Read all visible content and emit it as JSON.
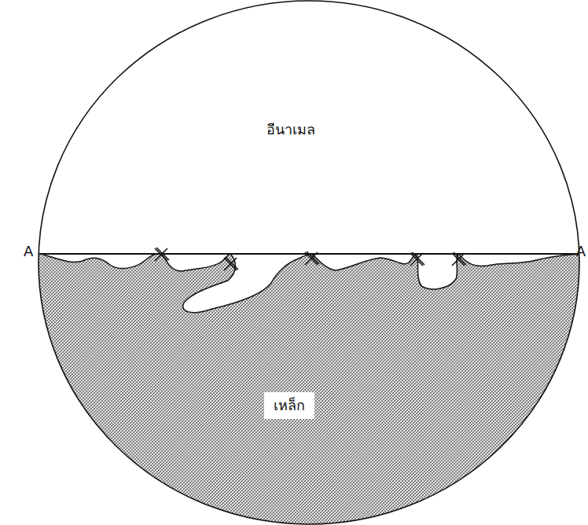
{
  "diagram": {
    "labels": [
      "อีนาเมล",
      "A",
      "A",
      "เหล็ก"
    ]
  }
}
